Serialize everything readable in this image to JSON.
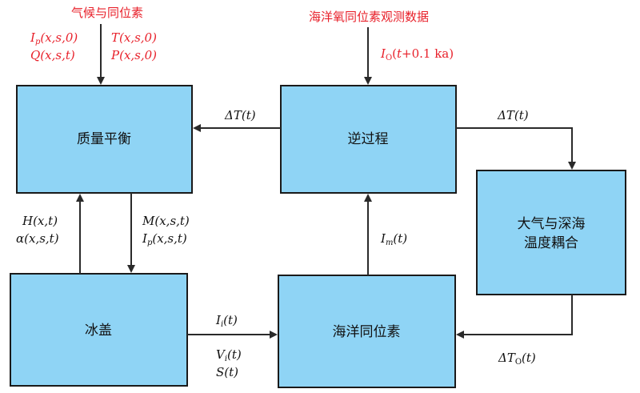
{
  "colors": {
    "box_fill": "#8fd4f5",
    "box_stroke": "#1a1a1a",
    "arrow": "#2a2a2a",
    "input_text": "#e8202a",
    "label_text": "#111111"
  },
  "boxes": {
    "mass_balance": "质量平衡",
    "inverse_process": "逆过程",
    "coupling_line1": "大气与深海",
    "coupling_line2": "温度耦合",
    "ice_sheet": "冰盖",
    "ocean_isotope": "海洋同位素"
  },
  "inputs": {
    "climate_title": "气候与同位素",
    "climate_ip": "I",
    "climate_ip_sub": "p",
    "climate_ip_args": "(x,s,0)",
    "climate_t": "T(x,s,0)",
    "climate_q": "Q(x,s,t)",
    "climate_p": "P(x,s,0)",
    "ocean_title": "海洋氧同位素观测数据",
    "ocean_io": "I",
    "ocean_io_sub": "O",
    "ocean_io_args_pre": "(",
    "ocean_io_args_t": "t",
    "ocean_io_args_post": "+0.1 ka)"
  },
  "labels": {
    "dt_left": "ΔT(t)",
    "dt_right": "ΔT(t)",
    "h": "H(x,t)",
    "alpha": "α(x,s,t)",
    "m": "M(x,s,t)",
    "ip": "I",
    "ip_sub": "p",
    "ip_args": "(x,s,t)",
    "im": "I",
    "im_sub": "m",
    "im_args": "(t)",
    "ii": "I",
    "ii_sub": "i",
    "ii_args": "(t)",
    "vi": "V",
    "vi_sub": "i",
    "vi_args": "(t)",
    "s": "S(t)",
    "dto": "ΔT",
    "dto_sub": "O",
    "dto_args": "(t)"
  }
}
